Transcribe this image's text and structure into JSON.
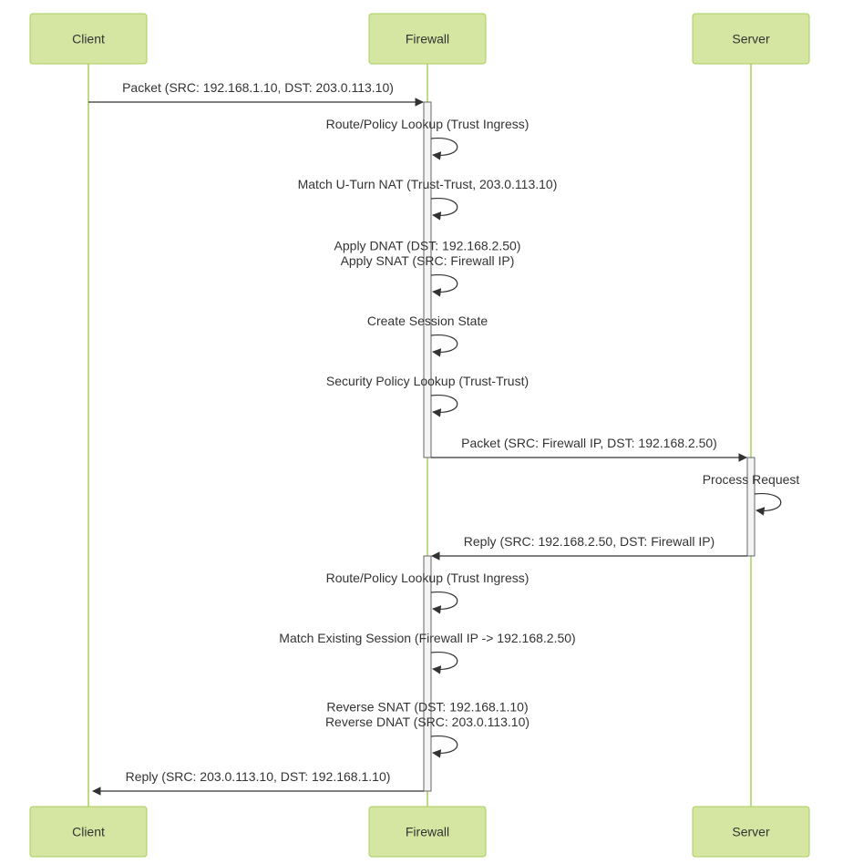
{
  "participants": [
    {
      "id": "client",
      "label": "Client"
    },
    {
      "id": "firewall",
      "label": "Firewall"
    },
    {
      "id": "server",
      "label": "Server"
    }
  ],
  "messages": [
    {
      "from": "client",
      "to": "firewall",
      "lines": [
        "Packet (SRC: 192.168.1.10, DST: 203.0.113.10)"
      ]
    },
    {
      "from": "firewall",
      "to": "firewall",
      "lines": [
        "Route/Policy Lookup (Trust Ingress)"
      ]
    },
    {
      "from": "firewall",
      "to": "firewall",
      "lines": [
        "Match U-Turn NAT (Trust-Trust, 203.0.113.10)"
      ]
    },
    {
      "from": "firewall",
      "to": "firewall",
      "lines": [
        "Apply DNAT (DST: 192.168.2.50)",
        "Apply SNAT (SRC: Firewall IP)"
      ]
    },
    {
      "from": "firewall",
      "to": "firewall",
      "lines": [
        "Create Session State"
      ]
    },
    {
      "from": "firewall",
      "to": "firewall",
      "lines": [
        "Security Policy Lookup (Trust-Trust)"
      ]
    },
    {
      "from": "firewall",
      "to": "server",
      "lines": [
        "Packet (SRC: Firewall IP, DST: 192.168.2.50)"
      ]
    },
    {
      "from": "server",
      "to": "server",
      "lines": [
        "Process Request"
      ]
    },
    {
      "from": "server",
      "to": "firewall",
      "lines": [
        "Reply (SRC: 192.168.2.50, DST: Firewall IP)"
      ]
    },
    {
      "from": "firewall",
      "to": "firewall",
      "lines": [
        "Route/Policy Lookup (Trust Ingress)"
      ]
    },
    {
      "from": "firewall",
      "to": "firewall",
      "lines": [
        "Match Existing Session (Firewall IP -> 192.168.2.50)"
      ]
    },
    {
      "from": "firewall",
      "to": "firewall",
      "lines": [
        "Reverse SNAT (DST: 192.168.1.10)",
        "Reverse DNAT (SRC: 203.0.113.10)"
      ]
    },
    {
      "from": "firewall",
      "to": "client",
      "lines": [
        "Reply (SRC: 203.0.113.10, DST: 192.168.1.10)"
      ]
    }
  ],
  "colors": {
    "actor_fill": "#d4e6a1",
    "actor_border": "#a9cf5d",
    "lifeline": "#a9cf5d",
    "arrow": "#333333",
    "activation_fill": "#f4f4f4"
  }
}
